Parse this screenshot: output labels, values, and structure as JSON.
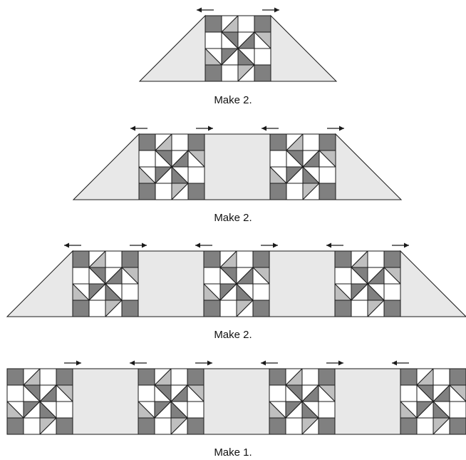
{
  "colors": {
    "dark": "#808080",
    "medium": "#bfbfbf",
    "light": "#e8e8e8",
    "white": "#ffffff",
    "stroke": "#1a1a1a"
  },
  "captions": [
    "Make 2.",
    "Make 2.",
    "Make 2.",
    "Make 1."
  ],
  "rows": [
    {
      "label": "row-1",
      "sequence": [
        "triangle-left",
        "block",
        "triangle-right"
      ]
    },
    {
      "label": "row-2",
      "sequence": [
        "triangle-left",
        "block",
        "sashing",
        "block",
        "triangle-right"
      ]
    },
    {
      "label": "row-3",
      "sequence": [
        "triangle-left",
        "block",
        "sashing",
        "block",
        "sashing",
        "block",
        "triangle-right"
      ]
    },
    {
      "label": "row-4",
      "sequence": [
        "block",
        "sashing",
        "block",
        "sashing",
        "block",
        "sashing",
        "block"
      ]
    }
  ],
  "icons": [
    "arrow-left-icon",
    "arrow-right-icon"
  ]
}
